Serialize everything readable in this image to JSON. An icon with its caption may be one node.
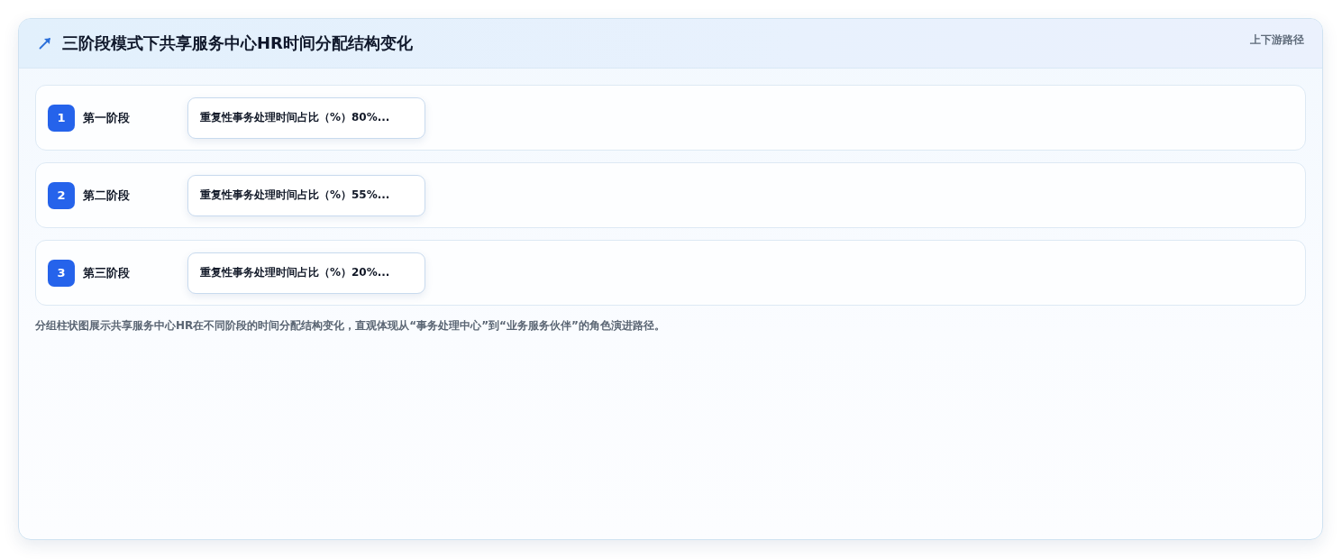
{
  "diagram": {
    "title": "三阶段模式下共享服务中心HR时间分配结构变化",
    "caption": "分组柱状图展示共享服务中心HR在不同阶段的时间分配结构变化，直观体现从“事务处理中心”到“业务服务伙伴”的角色演进路径。",
    "nodes": [
      {
        "text": [
          "第一阶段"
        ]
      },
      {
        "text": [
          "1"
        ],
        "in": 0
      },
      {
        "text": [
          "重复性事务处理时间占比（%）80%..."
        ],
        "in": 0
      },
      {
        "text": [
          "第二阶段"
        ]
      },
      {
        "text": [
          "2"
        ],
        "in": 3
      },
      {
        "text": [
          "重复性事务处理时间占比（%）55%..."
        ],
        "in": 3
      },
      {
        "text": [
          "第三阶段"
        ]
      },
      {
        "text": [
          "3"
        ],
        "in": 6
      },
      {
        "text": [
          "重复性事务处理时间占比（%）20%..."
        ],
        "in": 6
      }
    ],
    "labels": [
      "上下游路径"
    ]
  }
}
